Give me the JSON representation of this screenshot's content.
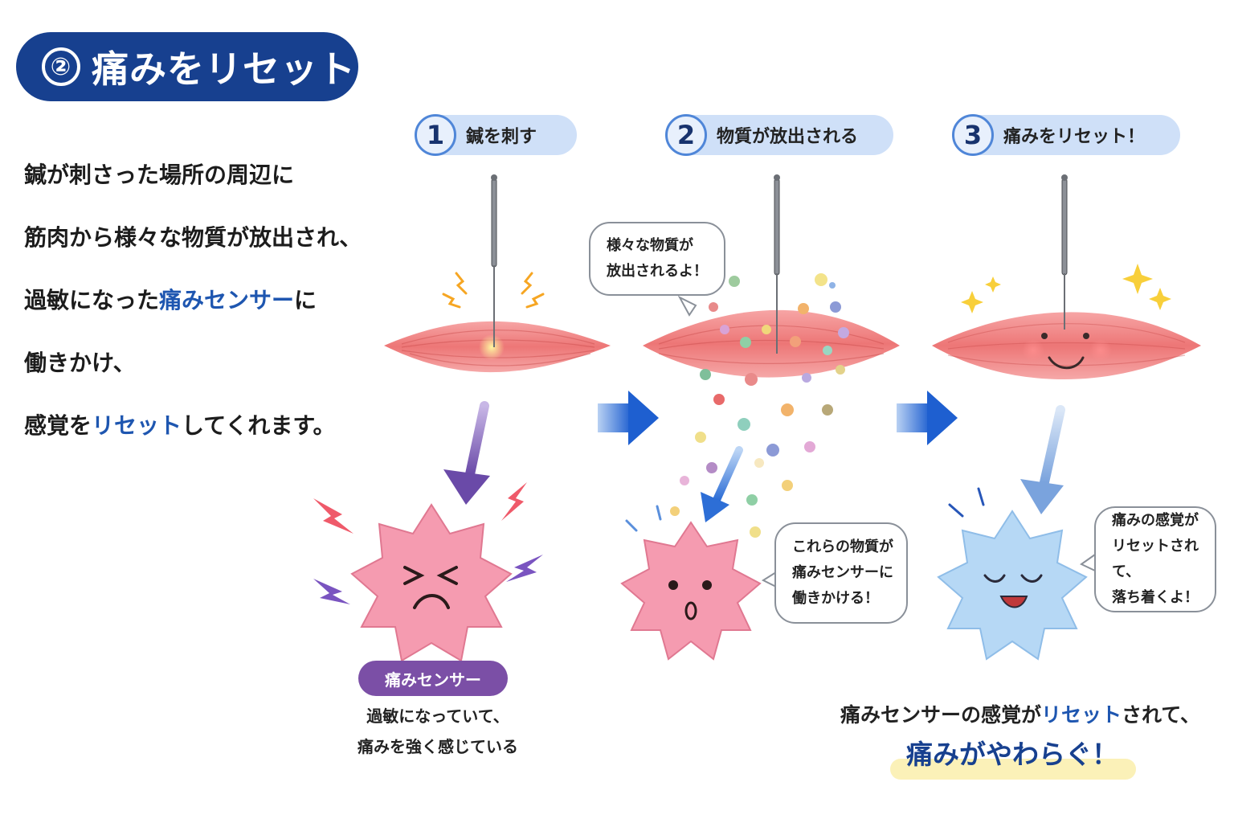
{
  "title": {
    "number": "②",
    "text": "痛みをリセット"
  },
  "description": {
    "line1": "鍼が刺さった場所の周辺に",
    "line2": "筋肉から様々な物質が放出され、",
    "line3_a": "過敏になった",
    "line3_hl": "痛みセンサー",
    "line3_b": "に",
    "line4": "働きかけ、",
    "line5_a": "感覚を",
    "line5_hl": "リセット",
    "line5_b": "してくれます。"
  },
  "steps": [
    {
      "number": "1",
      "label": "鍼を刺す"
    },
    {
      "number": "2",
      "label": "物質が放出される"
    },
    {
      "number": "3",
      "label": "痛みをリセット！"
    }
  ],
  "bubbles": {
    "release_1": "様々な物質が",
    "release_2": "放出されるよ！",
    "work_1": "これらの物質が",
    "work_2": "痛みセンサーに",
    "work_3": "働きかける！",
    "calm_1": "痛みの感覚が",
    "calm_2": "リセットされて、",
    "calm_3": "落ち着くよ！"
  },
  "sensor": {
    "label": "痛みセンサー",
    "caption_1": "過敏になっていて、",
    "caption_2": "痛みを強く感じている"
  },
  "conclusion": {
    "line1_a": "痛みセンサーの感覚が",
    "line1_hl": "リセット",
    "line1_b": "されて、",
    "line2": "痛みがやわらぐ！"
  },
  "colors": {
    "title_bg": "#17408f",
    "highlight": "#1e56b0",
    "sensor_pink": "#f59bb0",
    "sensor_blue": "#b6d8f5",
    "muscle": "#ef7c7c",
    "sensor_pill": "#7b4fa6",
    "arrow_blue": "#1e5fd0"
  }
}
